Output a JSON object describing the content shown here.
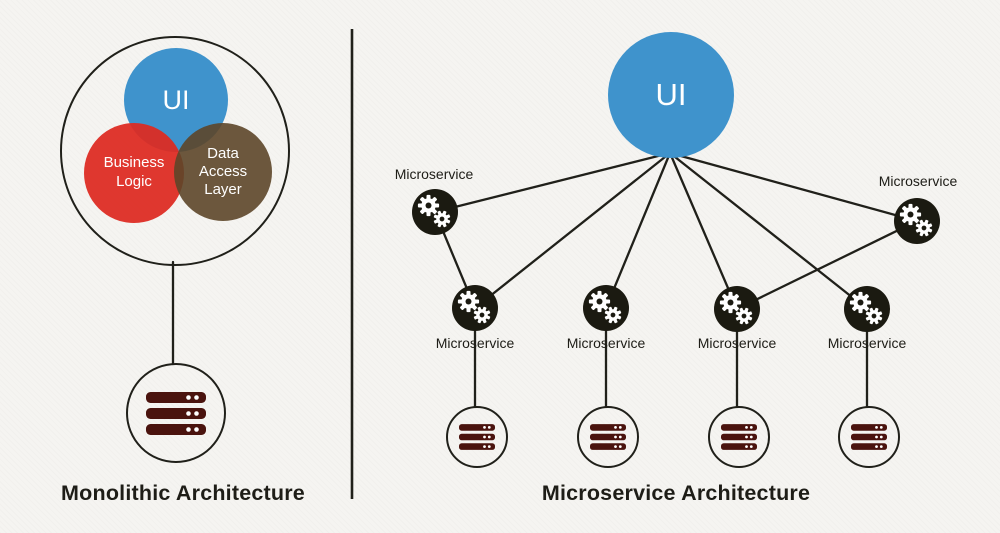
{
  "diagram": {
    "left": {
      "title": "Monolithic Architecture",
      "venn": {
        "ui_label": "UI",
        "business_label": "Business Logic",
        "data_access_label": "Data Access Layer"
      }
    },
    "right": {
      "title": "Microservice Architecture",
      "ui_label": "UI",
      "services": [
        {
          "label": "Microservice"
        },
        {
          "label": "Microservice"
        },
        {
          "label": "Microservice"
        },
        {
          "label": "Microservice"
        },
        {
          "label": "Microservice"
        },
        {
          "label": "Microservice"
        }
      ]
    }
  },
  "icons": {
    "service": "gears-icon",
    "database": "server-icon"
  },
  "colors": {
    "background": "#f5f4f1",
    "ui_blue": "#3f93cc",
    "business_red": "#dd2b22",
    "data_brown": "#5d4629",
    "node_black": "#1b1a11",
    "server_maroon": "#4a130e",
    "line": "#20201a",
    "text_dark": "#1e1d17"
  }
}
